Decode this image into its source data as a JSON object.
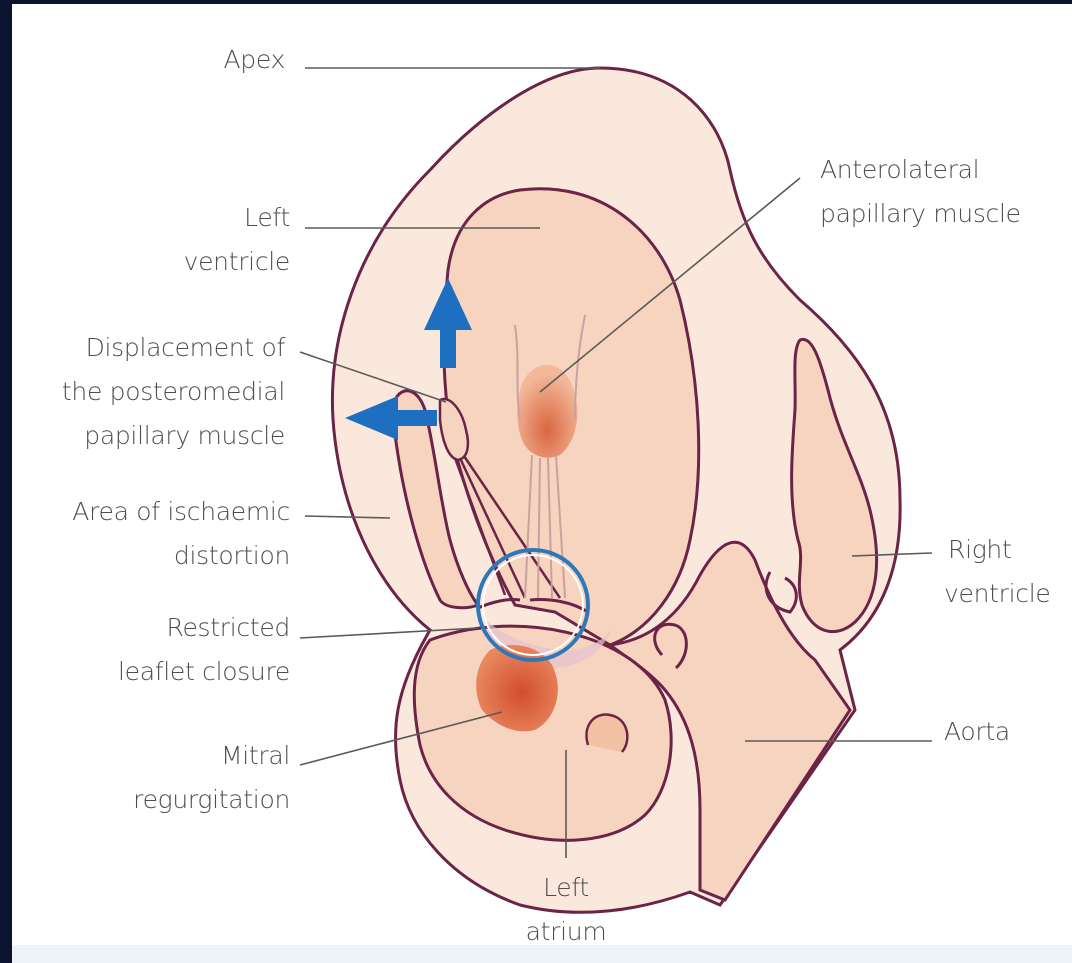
{
  "labels": {
    "apex": "Apex",
    "left_ventricle": [
      "Left",
      "ventricle"
    ],
    "displacement": [
      "Displacement of",
      "the posteromedial",
      "papillary muscle"
    ],
    "ischaemic": [
      "Area of ischaemic",
      "distortion"
    ],
    "restricted": [
      "Restricted",
      "leaflet closure"
    ],
    "mitral": [
      "Mitral",
      "regurgitation"
    ],
    "left_atrium": [
      "Left",
      "atrium"
    ],
    "anterolateral": [
      "Anterolateral",
      "papillary muscle"
    ],
    "right_ventricle": [
      "Right",
      "ventricle"
    ],
    "aorta": "Aorta"
  },
  "colors": {
    "outline": "#6b2448",
    "tissue_light": "#fbe8dc",
    "chamber": "#f7d4bf",
    "muscle": "#e58a62",
    "regurgitation": "#d9663f",
    "arrow": "#1f6fc1",
    "ring": "#2f78b8",
    "leader": "#5a5a5a",
    "text": "#4d4d4f"
  },
  "icons": [
    "arrow-up-icon",
    "arrow-left-icon",
    "circle-highlight-icon"
  ]
}
